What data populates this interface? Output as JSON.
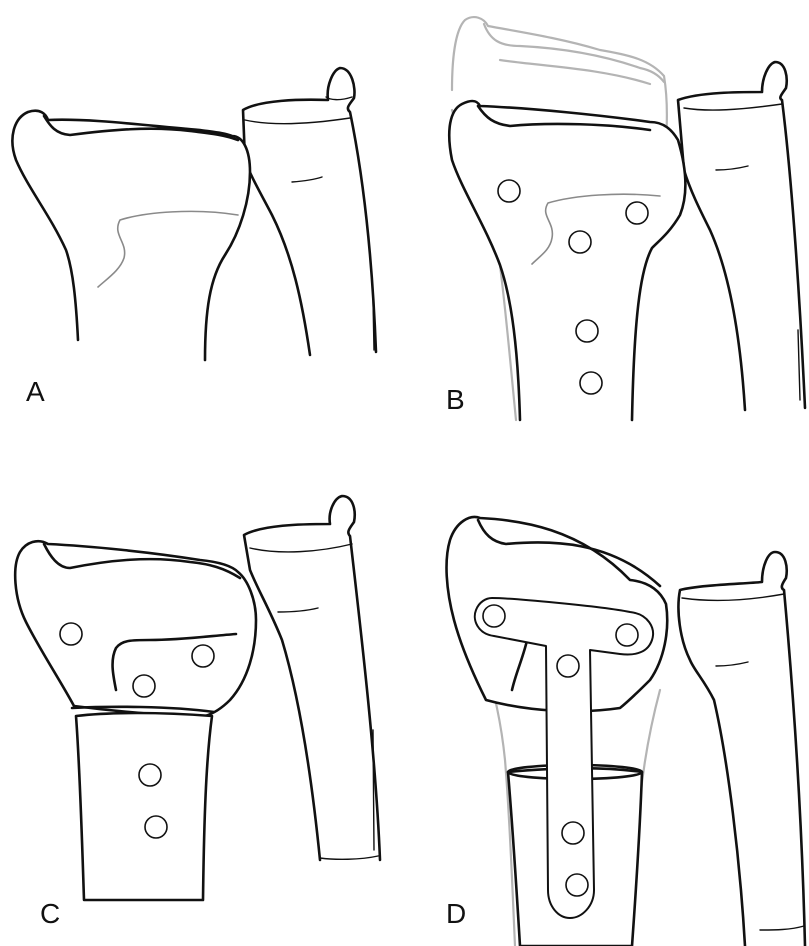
{
  "panels": [
    {
      "label": "A"
    },
    {
      "label": "B"
    },
    {
      "label": "C"
    },
    {
      "label": "D"
    }
  ],
  "colors": {
    "outline": "#111111",
    "ghost_outline": "#b4b4b4",
    "fracture_line": "#8a8a8a",
    "background": "#ffffff"
  }
}
